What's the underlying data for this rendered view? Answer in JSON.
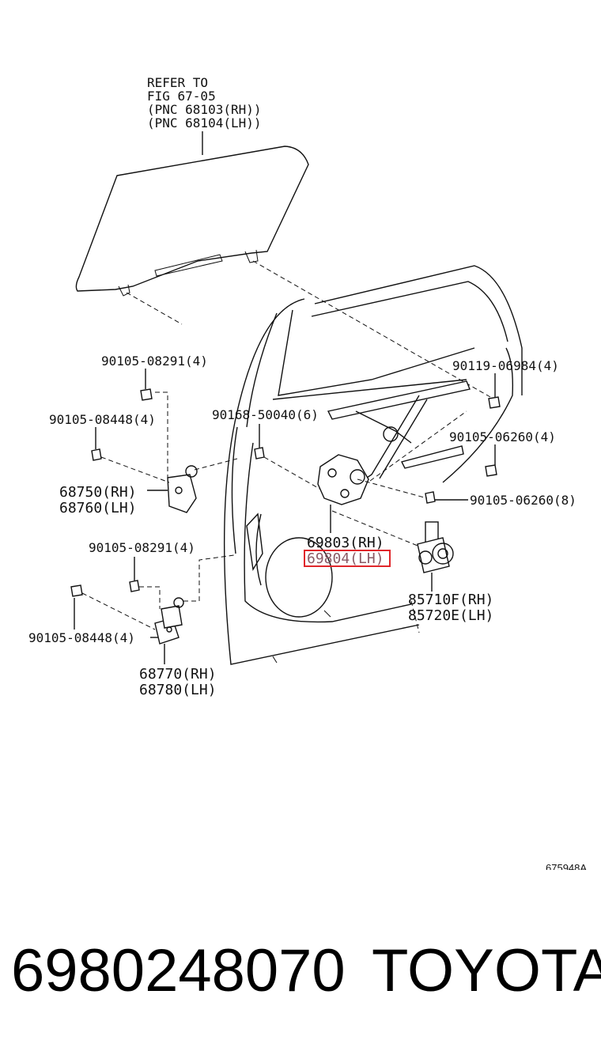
{
  "diagram": {
    "refer_note": [
      "REFER TO",
      "FIG 67-05",
      "(PNC 68103(RH))",
      "(PNC 68104(LH))"
    ],
    "callouts": {
      "bolt_08291_top": "90105-08291(4)",
      "bolt_08448_top": "90105-08448(4)",
      "hinge_upper_rh": "68750(RH)",
      "hinge_upper_lh": "68760(LH)",
      "bolt_08291_bottom": "90105-08291(4)",
      "bolt_08448_bottom": "90105-08448(4)",
      "hinge_lower_rh": "68770(RH)",
      "hinge_lower_lh": "68780(LH)",
      "bolt_50040": "90168-50040(6)",
      "bolt_06984": "90119-06984(4)",
      "bolt_06260_a": "90105-06260(4)",
      "bolt_06260_b": "90105-06260(8)",
      "regulator_rh": "69803(RH)",
      "regulator_lh": "69804(LH)",
      "motor_rh": "85710F(RH)",
      "motor_lh": "85720E(LH)"
    },
    "highlighted_callout": "69804(LH)",
    "highlight_color": "#e0262b",
    "figure_code": "675948A"
  },
  "footer": {
    "part_number": "6980248070",
    "brand": "TOYOTA"
  }
}
